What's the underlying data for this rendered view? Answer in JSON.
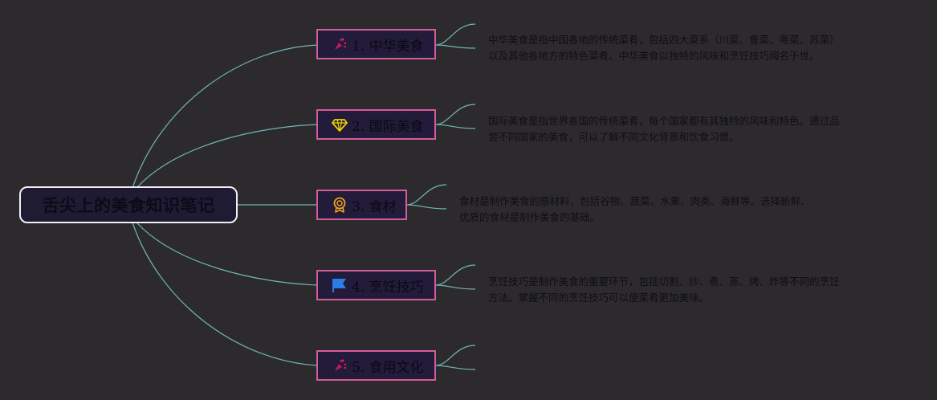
{
  "root": {
    "title": "舌尖上的美食知识笔记"
  },
  "branches": [
    {
      "label": "1. 中华美食",
      "icon": "confetti-icon",
      "desc": [
        "中华美食是指中国各地的传统菜肴，包括四大菜系（川菜、鲁菜、粤菜、苏菜）",
        "以及其他各地方的特色菜肴。中华美食以独特的风味和烹饪技巧闻名于世。"
      ]
    },
    {
      "label": "2. 国际美食",
      "icon": "diamond-icon",
      "desc": [
        "国际美食是指世界各国的传统菜肴，每个国家都有其独特的风味和特色。通过品",
        "尝不同国家的美食，可以了解不同文化背景和饮食习惯。"
      ]
    },
    {
      "label": "3. 食材",
      "icon": "award-medal-icon",
      "desc": [
        "食材是制作美食的原材料，包括谷物、蔬菜、水果、肉类、海鲜等。选择新鲜、",
        "优质的食材是制作美食的基础。"
      ]
    },
    {
      "label": "4. 烹饪技巧",
      "icon": "blue-flag-icon",
      "desc": [
        "烹饪技巧是制作美食的重要环节，包括切割、炒、煮、蒸、烤、炸等不同的烹饪",
        "方法。掌握不同的烹饪技巧可以使菜肴更加美味。"
      ]
    },
    {
      "label": "5. 食用文化",
      "icon": "confetti-icon",
      "desc": []
    }
  ],
  "colors": {
    "background": "#2d2a2e",
    "link": "#6fb7b3",
    "branch_border": "#d45c9b",
    "root_border": "#f2f0f5"
  }
}
